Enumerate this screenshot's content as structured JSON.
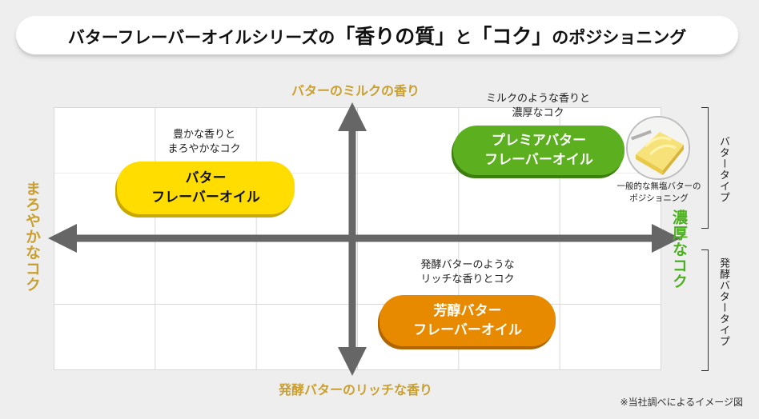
{
  "title": {
    "part1": "バターフレーバーオイルシリーズの",
    "quality": "「香りの質」",
    "part2": "と",
    "koku": "「コク」",
    "part3": "のポジショニング"
  },
  "axes": {
    "top": "バターのミルクの香り",
    "bottom": "発酵バターのリッチな香り",
    "left": "まろやかなコク",
    "right": "濃厚なコク"
  },
  "products": {
    "butter": {
      "line1": "バター",
      "line2": "フレーバーオイル",
      "desc1": "豊かな香りと",
      "desc2": "まろやかなコク"
    },
    "premium": {
      "line1": "プレミアバター",
      "line2": "フレーバーオイル",
      "desc1": "ミルクのような香りと",
      "desc2": "濃厚なコク"
    },
    "fermented": {
      "line1": "芳醇バター",
      "line2": "フレーバーオイル",
      "desc1": "発酵バターのような",
      "desc2": "リッチな香りとコク"
    }
  },
  "butter_note": {
    "line1": "一般的な無塩バターの",
    "line2": "ポジショニング"
  },
  "types": {
    "butter_type": "バタータイプ",
    "fermented_type": "発酵バタータイプ"
  },
  "footnote": "※当社調べによるイメージ図",
  "colors": {
    "yellow": "#ffdd00",
    "green": "#5cb020",
    "orange": "#e88a00",
    "gold_text": "#c9a030",
    "green_text": "#4caf1f"
  }
}
